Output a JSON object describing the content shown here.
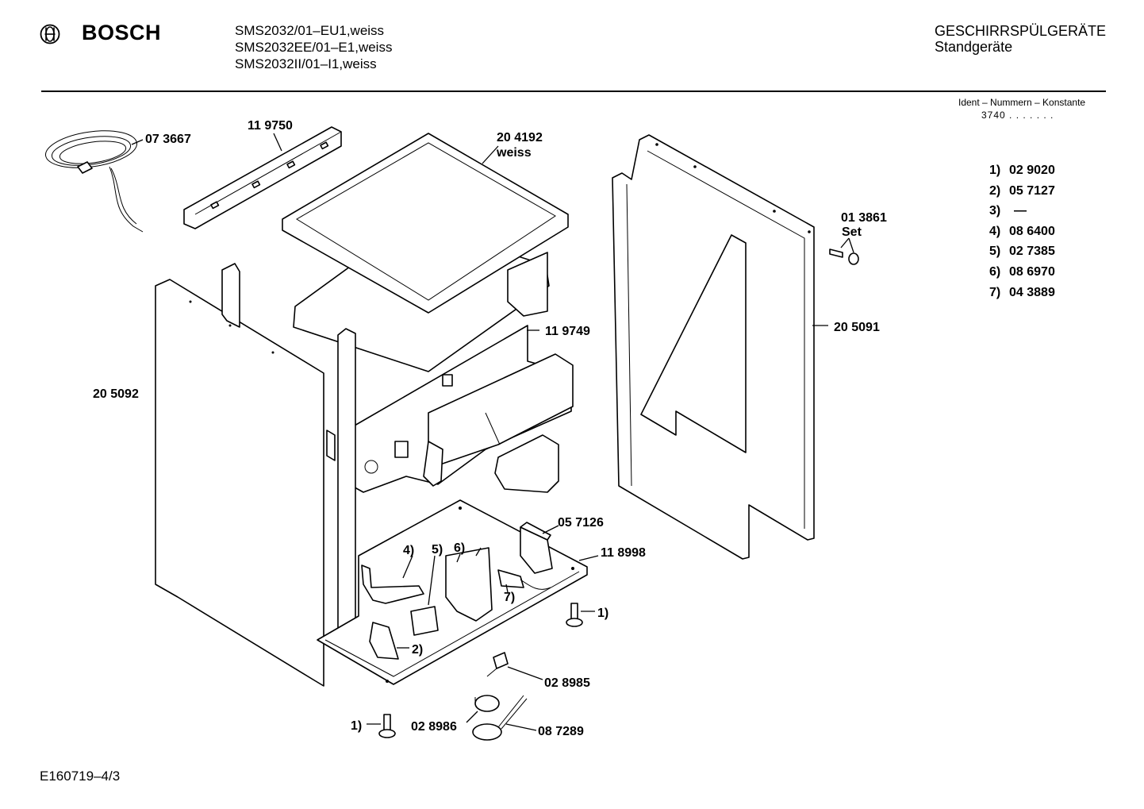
{
  "header": {
    "brand": "BOSCH",
    "models": [
      "SMS2032/01–EU1,weiss",
      "SMS2032EE/01–E1,weiss",
      "SMS2032II/01–I1,weiss"
    ],
    "category": [
      "GESCHIRRSPÜLGERÄTE",
      "Standgeräte"
    ],
    "logo_icon": "bosch-armature-logo-icon"
  },
  "ident": {
    "title": "Ident – Nummern – Konstante",
    "value": "3740 . .  . . . . ."
  },
  "constants": [
    {
      "key": "1)",
      "value": "02 9020"
    },
    {
      "key": "2)",
      "value": "05 7127"
    },
    {
      "key": "3)",
      "value": "—"
    },
    {
      "key": "4)",
      "value": "08 6400"
    },
    {
      "key": "5)",
      "value": "02 7385"
    },
    {
      "key": "6)",
      "value": "08 6970"
    },
    {
      "key": "7)",
      "value": "04 3889"
    }
  ],
  "parts": {
    "p073667": "07 3667",
    "p119750": "11 9750",
    "p204192": "20 4192",
    "p204192_note": "weiss",
    "p013861": "01 3861",
    "p013861_note": "Set",
    "p119749": "11 9749",
    "p205091": "20 5091",
    "p205092": "20 5092",
    "p057126": "05 7126",
    "p118998": "11 8998",
    "ref4": "4)",
    "ref5": "5)",
    "ref6": "6)",
    "ref7": "7)",
    "ref1_right": "1)",
    "ref2": "2)",
    "p028985": "02 8985",
    "ref1_left": "1)",
    "p028986": "02 8986",
    "p087289": "08 7289"
  },
  "footer": {
    "code": "E160719–4/3"
  }
}
